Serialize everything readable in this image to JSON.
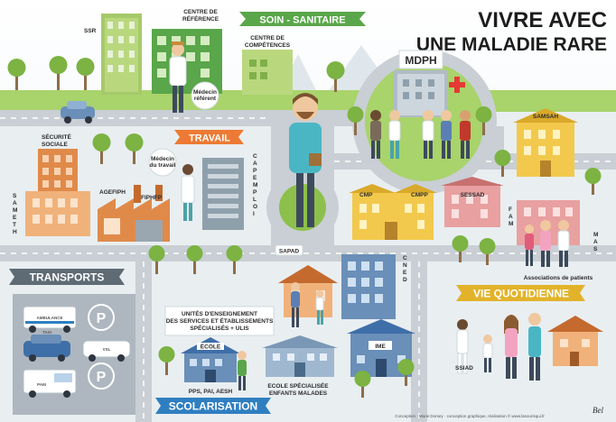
{
  "title": {
    "line1": "VIVRE AVEC",
    "line2": "UNE MALADIE RARE"
  },
  "sections": {
    "soin": "SOIN - SANITAIRE",
    "travail": "TRAVAIL",
    "transports": "TRANSPORTS",
    "scolarisation": "SCOLARISATION",
    "vie": "VIE QUOTIDIENNE"
  },
  "labels": {
    "ssr": "SSR",
    "centre_ref_1": "CENTRE DE",
    "centre_ref_2": "RÉFÉRENCE",
    "centre_comp_1": "CENTRE DE",
    "centre_comp_2": "COMPÉTENCES",
    "medecin_ref_1": "Médecin",
    "medecin_ref_2": "référent",
    "mdph": "MDPH",
    "samsah": "SAMSAH",
    "secu_1": "SÉCURITÉ",
    "secu_2": "SOCIALE",
    "sameth": [
      "S",
      "A",
      "M",
      "E",
      "T",
      "H"
    ],
    "agefiph": "AGEFIPH",
    "fiphfp": "FIPHFP",
    "medecin_travail_1": "Médecin",
    "medecin_travail_2": "du travail",
    "cap_emploi": [
      "C",
      "A",
      "P",
      "E",
      "M",
      "P",
      "L",
      "O",
      "I"
    ],
    "cmp": "CMP",
    "cmpp": "CMPP",
    "sessad": "SESSAD",
    "fam": [
      "F",
      "A",
      "M"
    ],
    "mas": [
      "M",
      "A",
      "S"
    ],
    "sapad": "SAPAD",
    "cned": [
      "C",
      "N",
      "E",
      "D"
    ],
    "asso": "Associations de patients",
    "ulis_1": "UNITÉS D'ENSEIGNEMENT",
    "ulis_2": "DES SERVICES ET ÉTABLISSEMENTS",
    "ulis_3": "SPÉCIALISÉS + ULIS",
    "ecole": "ÉCOLE",
    "ime": "IME",
    "pps": "PPS, PAI, AESH",
    "ecole_spe_1": "ECOLE SPÉCIALISÉE",
    "ecole_spe_2": "ENFANTS MALADES",
    "ssiad": "SSIAD",
    "ambulance": "AMBULANCE",
    "taxi": "TAXI",
    "vsl": "VSL",
    "pam": "PAM",
    "credit": "Conception : Marie Dorsey · conception graphique, réalisation © www.lasourisqui.fr",
    "logo": "Bel"
  },
  "colors": {
    "road": "#c9cfd4",
    "road_line": "#ffffff",
    "ground": "#e9eef1",
    "grass": "#8cc04b",
    "ribbon_green": "#5aa64a",
    "ribbon_orange": "#ec7a34",
    "ribbon_blue": "#2f7fc0",
    "ribbon_yellow": "#e2b32a",
    "ribbon_grey": "#5f6b74"
  }
}
